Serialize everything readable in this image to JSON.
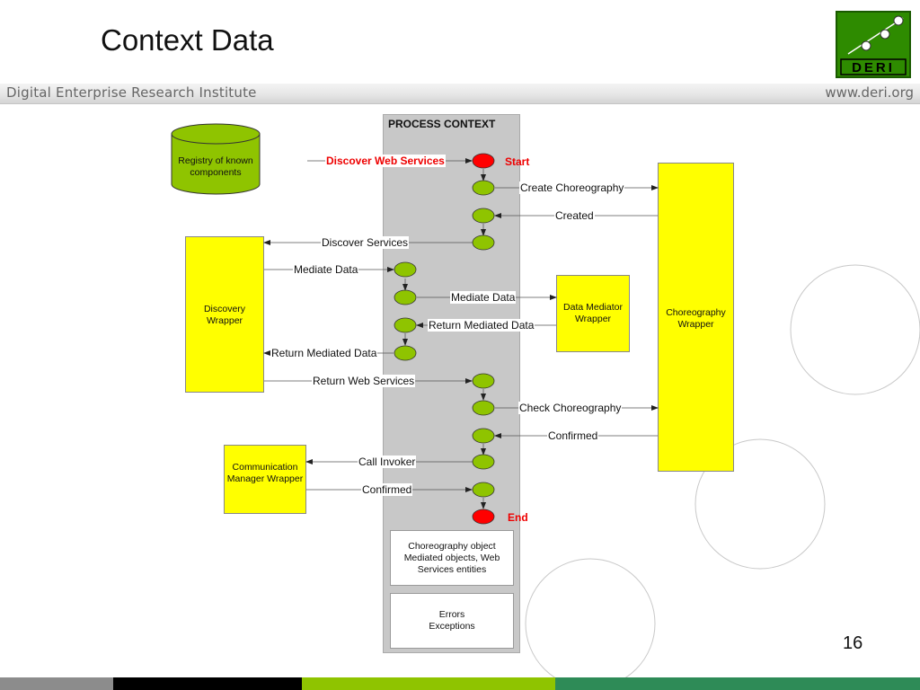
{
  "header": {
    "title": "Context Data",
    "institute": "Digital Enterprise Research Institute",
    "url": "www.deri.org",
    "logo_text": "DERI"
  },
  "diagram": {
    "process_context_title": "PROCESS CONTEXT",
    "registry": "Registry of known components",
    "discovery_wrapper": "Discovery Wrapper",
    "data_mediator_wrapper": "Data Mediator Wrapper",
    "choreography_wrapper": "Choreography Wrapper",
    "communication_manager_wrapper": "Communication Manager Wrapper",
    "context_objects": "Choreography object Mediated objects, Web Services entities",
    "errors": "Errors Exceptions",
    "start_label": "Start",
    "end_label": "End",
    "messages": {
      "discover_web_services": "Discover Web Services",
      "create_choreography": "Create Choreography",
      "created": "Created",
      "discover_services": "Discover Services",
      "mediate_data_1": "Mediate Data",
      "mediate_data_2": "Mediate Data",
      "return_mediated_data_1": "Return Mediated Data",
      "return_mediated_data_2": "Return Mediated Data",
      "return_web_services": "Return Web Services",
      "check_choreography": "Check Choreography",
      "confirmed_1": "Confirmed",
      "call_invoker": "Call Invoker",
      "confirmed_2": "Confirmed"
    },
    "colors": {
      "node_green": "#8fc400",
      "node_red": "#ff0000",
      "wrapper_yellow": "#ffff00",
      "process_gray": "#c8c8c8"
    }
  },
  "footer": {
    "page_number": "16"
  }
}
